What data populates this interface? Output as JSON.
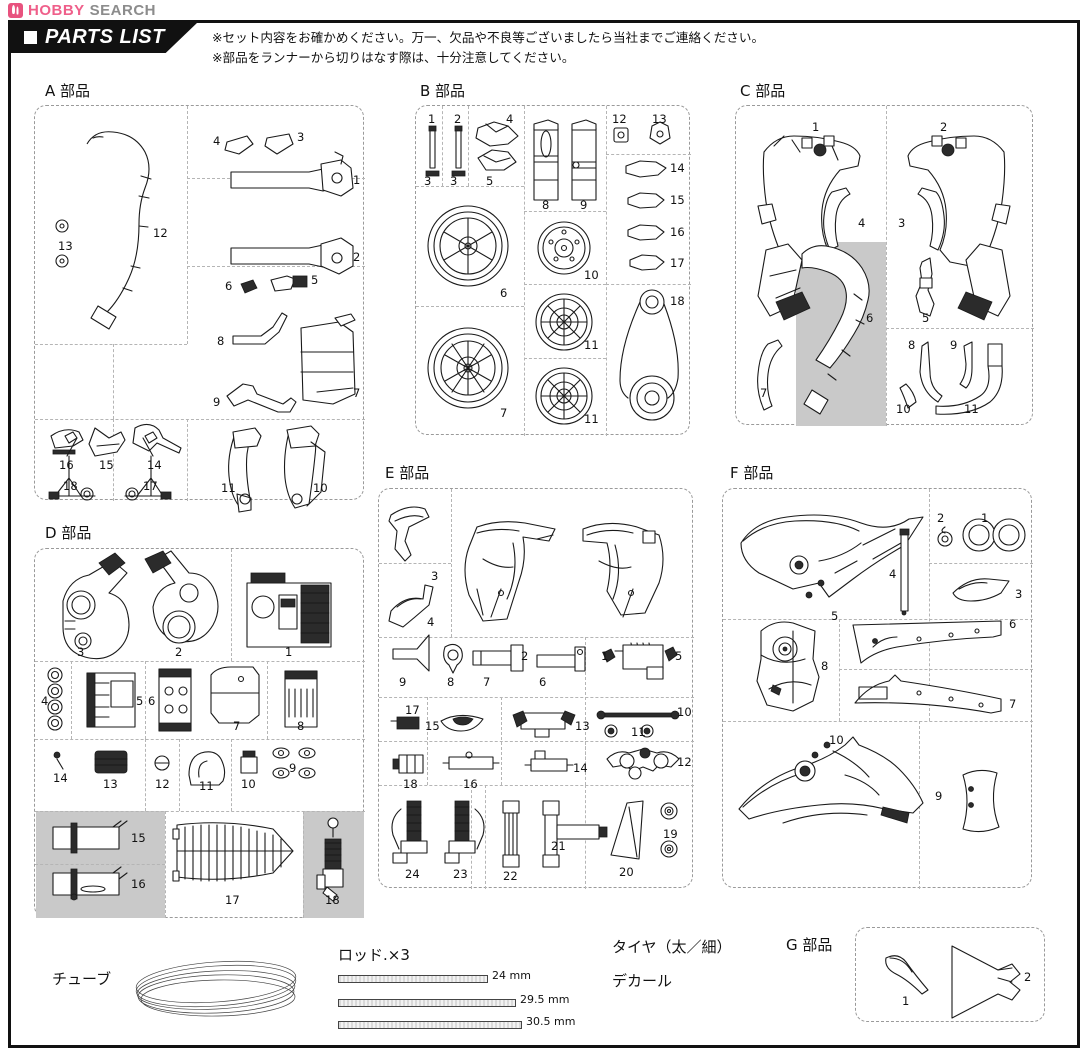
{
  "brand": {
    "primary": "HOBBY",
    "secondary": "SEARCH",
    "primary_color": "#ef5f8a",
    "secondary_color": "#8c8c8c",
    "icon": "flame-icon"
  },
  "banner": {
    "title": "PARTS LIST",
    "bullet_icon": "square-icon"
  },
  "notes": {
    "line1": "※セット内容をお確かめください。万一、欠品や不良等ございましたら当社までご連絡ください。",
    "line2": "※部品をランナーから切りはなす際は、十分注意してください。"
  },
  "groups": [
    {
      "id": "A",
      "title": "A 部品",
      "parts": [
        "12",
        "13",
        "4",
        "3",
        "1",
        "2",
        "6",
        "5",
        "8",
        "9",
        "7",
        "16",
        "15",
        "14",
        "18",
        "17",
        "11",
        "10"
      ]
    },
    {
      "id": "B",
      "title": "B 部品",
      "parts": [
        "1",
        "2",
        "3",
        "3",
        "4",
        "5",
        "8",
        "9",
        "12",
        "13",
        "14",
        "15",
        "16",
        "17",
        "6",
        "7",
        "10",
        "11",
        "11",
        "18"
      ]
    },
    {
      "id": "C",
      "title": "C 部品",
      "parts": [
        "1",
        "2",
        "4",
        "3",
        "5",
        "6",
        "7",
        "8",
        "9",
        "10",
        "11"
      ]
    },
    {
      "id": "D",
      "title": "D 部品",
      "parts": [
        "3",
        "2",
        "1",
        "4",
        "5",
        "6",
        "7",
        "8",
        "14",
        "13",
        "12",
        "11",
        "10",
        "9",
        "15",
        "16",
        "17",
        "18"
      ]
    },
    {
      "id": "E",
      "title": "E 部品",
      "parts": [
        "3",
        "4",
        "2",
        "1",
        "9",
        "8",
        "7",
        "6",
        "5",
        "17",
        "15",
        "13",
        "10",
        "11",
        "18",
        "16",
        "14",
        "12",
        "24",
        "23",
        "22",
        "21",
        "20",
        "19"
      ]
    },
    {
      "id": "F",
      "title": "F 部品",
      "parts": [
        "2",
        "1",
        "5",
        "4",
        "3",
        "8",
        "6",
        "7",
        "10",
        "9"
      ]
    },
    {
      "id": "G",
      "title": "G 部品",
      "parts": [
        "1",
        "2"
      ]
    }
  ],
  "misc": {
    "tube_label": "チューブ",
    "rod_label": "ロッド.×3",
    "rod_lengths": [
      "24 mm",
      "29.5 mm",
      "30.5 mm"
    ],
    "tire_label": "タイヤ（太／細）",
    "decal_label": "デカール"
  },
  "colors": {
    "shade": "#c9c9c9",
    "frame": "#111111",
    "runner_border": "#9a9a9a"
  }
}
